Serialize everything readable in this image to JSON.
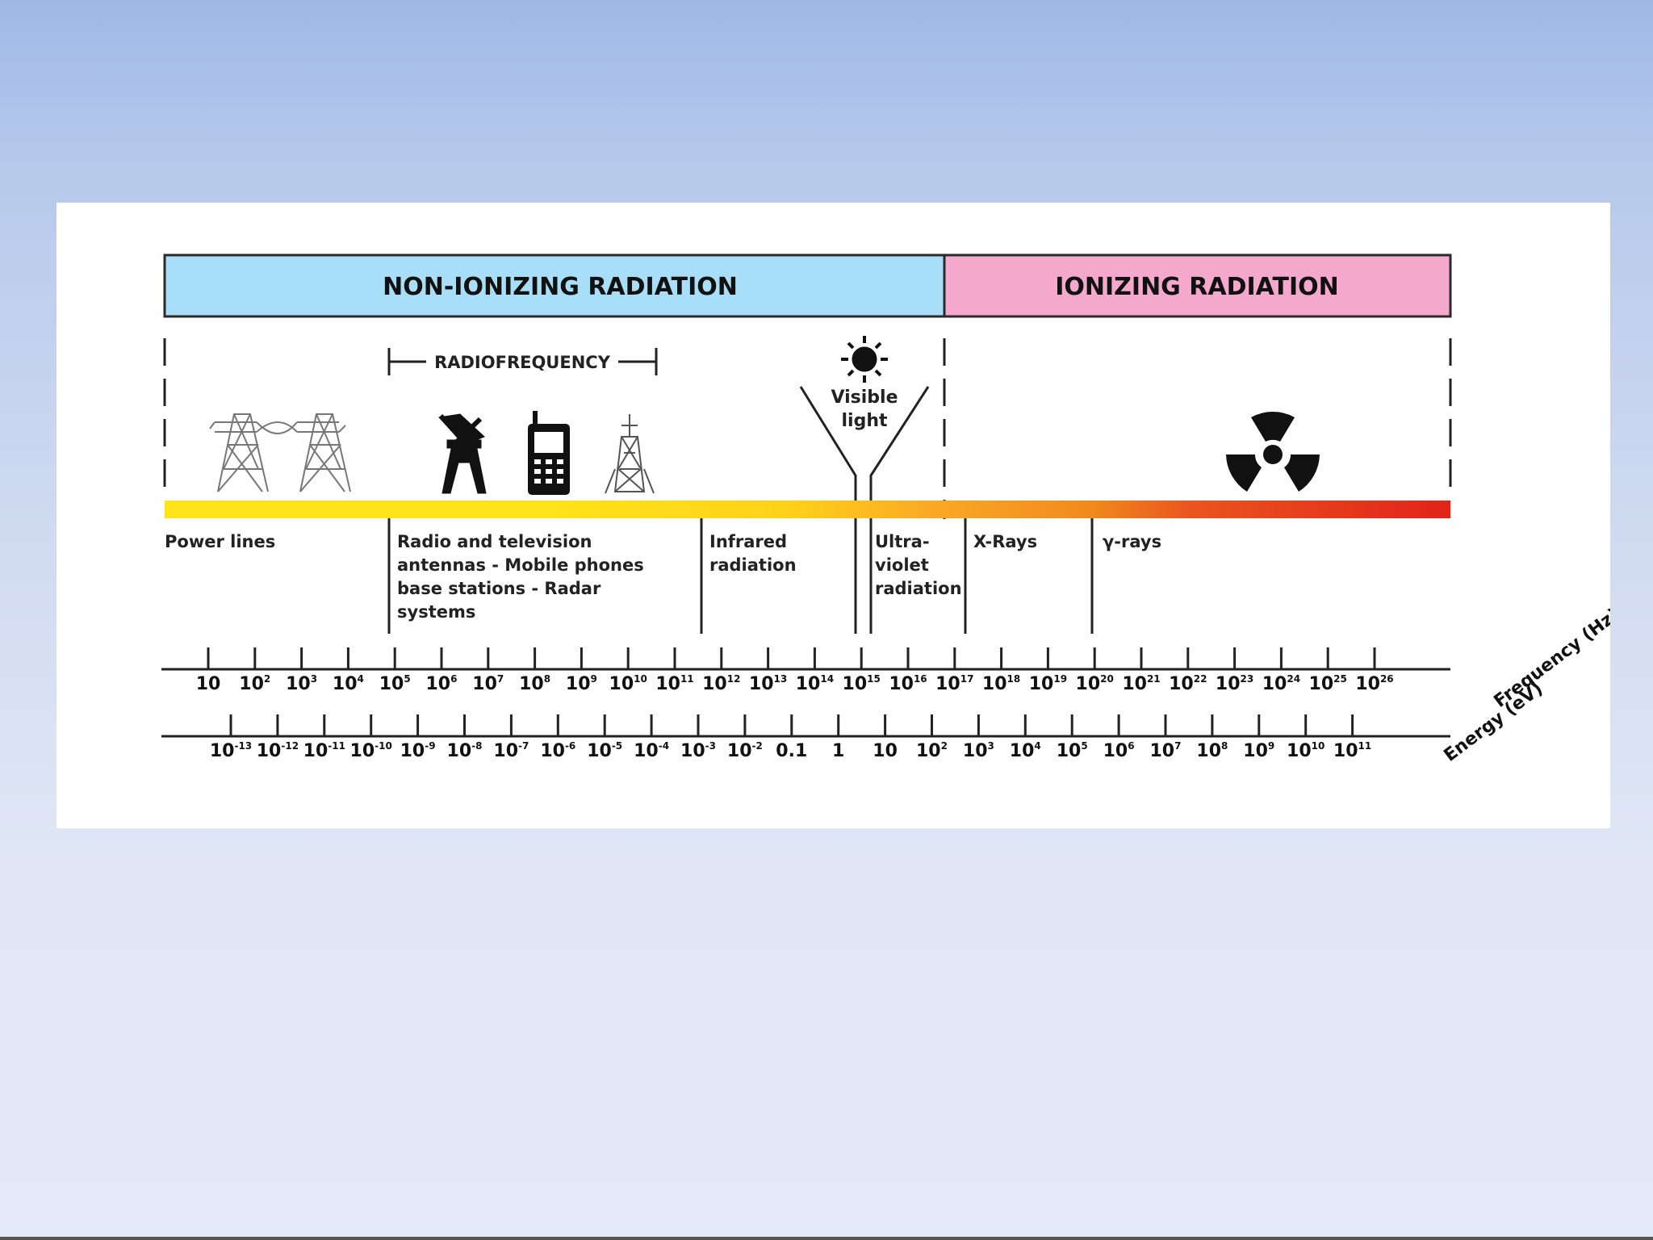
{
  "header": {
    "non_ionizing": "NON-IONIZING RADIATION",
    "ionizing": "IONIZING RADIATION",
    "non_ionizing_color": "#a8def7",
    "ionizing_color": "#f4a9cc"
  },
  "radiofrequency_label": "RADIOFREQUENCY",
  "visible_light_label": [
    "Visible",
    "light"
  ],
  "icons": [
    "power-lines-icon",
    "satellite-dish-icon",
    "mobile-phone-icon",
    "radio-tower-icon",
    "sun-icon",
    "radiation-hazard-icon"
  ],
  "spectrum_colors": [
    "#ffe31a",
    "#ffd21a",
    "#f9a825",
    "#f08a1e",
    "#e9541f",
    "#e2231a"
  ],
  "bands": [
    {
      "lines": [
        "Power lines"
      ]
    },
    {
      "lines": [
        "Radio and television",
        "antennas - Mobile phones",
        "base stations - Radar",
        "systems"
      ]
    },
    {
      "lines": [
        "Infrared",
        "radiation"
      ]
    },
    {
      "lines": [
        "Ultra-",
        "violet",
        "radiation"
      ]
    },
    {
      "lines": [
        "X-Rays"
      ]
    },
    {
      "lines": [
        "γ-rays"
      ]
    }
  ],
  "frequency_axis": {
    "title": "Frequency (Hz)",
    "ticks": [
      {
        "base": "10",
        "exp": ""
      },
      {
        "base": "10",
        "exp": "2"
      },
      {
        "base": "10",
        "exp": "3"
      },
      {
        "base": "10",
        "exp": "4"
      },
      {
        "base": "10",
        "exp": "5"
      },
      {
        "base": "10",
        "exp": "6"
      },
      {
        "base": "10",
        "exp": "7"
      },
      {
        "base": "10",
        "exp": "8"
      },
      {
        "base": "10",
        "exp": "9"
      },
      {
        "base": "10",
        "exp": "10"
      },
      {
        "base": "10",
        "exp": "11"
      },
      {
        "base": "10",
        "exp": "12"
      },
      {
        "base": "10",
        "exp": "13"
      },
      {
        "base": "10",
        "exp": "14"
      },
      {
        "base": "10",
        "exp": "15"
      },
      {
        "base": "10",
        "exp": "16"
      },
      {
        "base": "10",
        "exp": "17"
      },
      {
        "base": "10",
        "exp": "18"
      },
      {
        "base": "10",
        "exp": "19"
      },
      {
        "base": "10",
        "exp": "20"
      },
      {
        "base": "10",
        "exp": "21"
      },
      {
        "base": "10",
        "exp": "22"
      },
      {
        "base": "10",
        "exp": "23"
      },
      {
        "base": "10",
        "exp": "24"
      },
      {
        "base": "10",
        "exp": "25"
      },
      {
        "base": "10",
        "exp": "26"
      }
    ]
  },
  "energy_axis": {
    "title": "Energy (eV)",
    "ticks": [
      {
        "base": "10",
        "exp": "-13"
      },
      {
        "base": "10",
        "exp": "-12"
      },
      {
        "base": "10",
        "exp": "-11"
      },
      {
        "base": "10",
        "exp": "-10"
      },
      {
        "base": "10",
        "exp": "-9"
      },
      {
        "base": "10",
        "exp": "-8"
      },
      {
        "base": "10",
        "exp": "-7"
      },
      {
        "base": "10",
        "exp": "-6"
      },
      {
        "base": "10",
        "exp": "-5"
      },
      {
        "base": "10",
        "exp": "-4"
      },
      {
        "base": "10",
        "exp": "-3"
      },
      {
        "base": "10",
        "exp": "-2"
      },
      {
        "base": "0.1",
        "exp": ""
      },
      {
        "base": "1",
        "exp": ""
      },
      {
        "base": "10",
        "exp": ""
      },
      {
        "base": "10",
        "exp": "2"
      },
      {
        "base": "10",
        "exp": "3"
      },
      {
        "base": "10",
        "exp": "4"
      },
      {
        "base": "10",
        "exp": "5"
      },
      {
        "base": "10",
        "exp": "6"
      },
      {
        "base": "10",
        "exp": "7"
      },
      {
        "base": "10",
        "exp": "8"
      },
      {
        "base": "10",
        "exp": "9"
      },
      {
        "base": "10",
        "exp": "10"
      },
      {
        "base": "10",
        "exp": "11"
      }
    ]
  }
}
